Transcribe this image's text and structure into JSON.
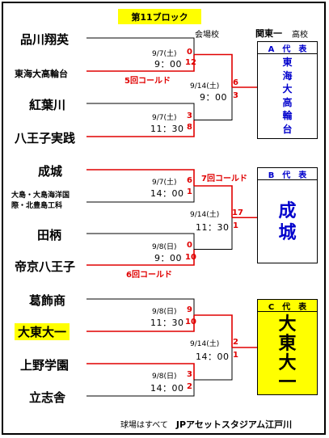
{
  "title": "第11ブロック",
  "venue_header": "会場校",
  "host_school": "関東一",
  "host_suffix": "高校",
  "teams": [
    "品川翔英",
    "東海大高輪台",
    "紅葉川",
    "八王子実践",
    "成城",
    "大島・大島海洋国際・北豊島工科",
    "田柄",
    "帝京八王子",
    "葛飾商",
    "大東大一",
    "上野学園",
    "立志舎"
  ],
  "team_lines": {
    "t6": [
      "大島・大島海洋国",
      "際・北豊島工科"
    ]
  },
  "round1": [
    {
      "date": "9/7(土)",
      "time": "9：00",
      "top_score": "0",
      "bottom_score": "12",
      "note": "5回コールド"
    },
    {
      "date": "9/7(土)",
      "time": "11：30",
      "top_score": "3",
      "bottom_score": "8",
      "note": ""
    },
    {
      "date": "9/7(土)",
      "time": "14：00",
      "top_score": "6",
      "bottom_score": "1",
      "note": "7回コールド"
    },
    {
      "date": "9/8(日)",
      "time": "9：00",
      "top_score": "0",
      "bottom_score": "10",
      "note": "6回コールド"
    },
    {
      "date": "9/8(日)",
      "time": "11：30",
      "top_score": "9",
      "bottom_score": "10",
      "note": ""
    },
    {
      "date": "9/8(日)",
      "time": "14：00",
      "top_score": "3",
      "bottom_score": "2",
      "note": ""
    }
  ],
  "round2": [
    {
      "date": "9/14(土)",
      "time": "9：00",
      "top_score": "6",
      "bottom_score": "3"
    },
    {
      "date": "9/14(土)",
      "time": "11：30",
      "top_score": "17",
      "bottom_score": "1"
    },
    {
      "date": "9/14(土)",
      "time": "14：00",
      "top_score": "2",
      "bottom_score": "1"
    }
  ],
  "reps": [
    {
      "label": "A　代　表",
      "winner": [
        "東",
        "海",
        "大",
        "高",
        "輪",
        "台"
      ]
    },
    {
      "label": "B　代　表",
      "winner": [
        "成",
        "城"
      ]
    },
    {
      "label": "C　代　表",
      "winner": [
        "大",
        "東",
        "大",
        "一"
      ]
    }
  ],
  "footer_prefix": "球場はすべて",
  "footer_venue": "JPアセットスタジアム江戸川",
  "colors": {
    "win": "#e00000",
    "line": "#000000",
    "highlight": "#ffff00",
    "rep_text": "#0000cc"
  }
}
